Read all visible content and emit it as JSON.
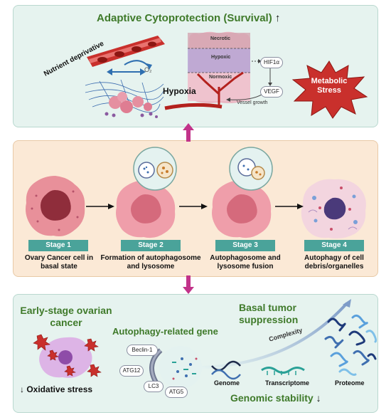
{
  "top": {
    "title": "Adaptive Cytoprotection (Survival)",
    "title_arrow": "↑",
    "nutrient_label": "Nutrient deprivative",
    "o2_symbol": "O₂",
    "zone_necrotic": "Necrotic",
    "zone_hypoxic": "Hypoxic",
    "zone_normoxic": "Normoxic",
    "hypoxia": "Hypoxia",
    "hif": "HIF1α",
    "vegf": "VEGF",
    "vessel_growth": "Vessel growth",
    "metabolic_stress": "Metabolic Stress"
  },
  "middle": {
    "stages": [
      {
        "label": "Stage 1",
        "caption": "Ovary Cancer cell in basal state"
      },
      {
        "label": "Stage 2",
        "caption": "Formation of autophagosome and lysosome"
      },
      {
        "label": "Stage 3",
        "caption": "Autophagosome and lysosome fusion"
      },
      {
        "label": "Stage 4",
        "caption": "Autophagy of cell debris/organelles"
      }
    ]
  },
  "bottom": {
    "early_stage": "Early-stage ovarian cancer",
    "oxidative_stress": "Oxidative stress",
    "oxidative_arrow": "↓",
    "autophagy_gene": "Autophagy-related gene",
    "genes": [
      "Beclin-1",
      "ATG12",
      "LC3",
      "ATG5"
    ],
    "basal_tumor": "Basal tumor suppression",
    "complexity": "Complexity",
    "genome": "Genome",
    "transcriptome": "Transcriptome",
    "proteome": "Proteome",
    "genomic_stability": "Genomic stability",
    "genomic_arrow": "↓"
  },
  "colors": {
    "title_green": "#3f7a2a",
    "stage_teal": "#4aa39a",
    "magenta_arrow": "#c2338a",
    "vessel_red": "#b3211d",
    "cell_pink": "#e8909a"
  }
}
